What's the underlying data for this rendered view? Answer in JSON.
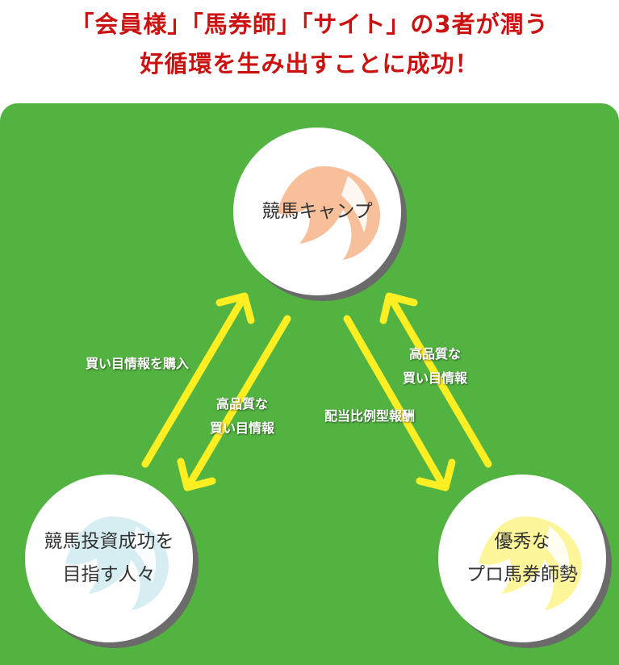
{
  "headline": {
    "line1": "「会員様」「馬券師」「サイト」の3者が潤う",
    "line2": "好循環を生み出すことに成功！"
  },
  "colors": {
    "headline": "#cc1111",
    "panel": "#53b341",
    "arrow": "#ffee22",
    "top_emblem": "#f7bf9a",
    "left_emblem": "#d6eef1",
    "right_emblem": "#fdf59a"
  },
  "nodes": {
    "top": {
      "line1": "競馬キャンプ"
    },
    "left": {
      "line1": "競馬投資成功を",
      "line2": "目指す人々"
    },
    "right": {
      "line1": "優秀な",
      "line2": "プロ馬券師勢"
    }
  },
  "labels": {
    "buy_info": "買い目情報を購入",
    "quality_info_left": {
      "line1": "高品質な",
      "line2": "買い目情報"
    },
    "reward": "配当比例型報酬",
    "quality_info_right": {
      "line1": "高品質な",
      "line2": "買い目情報"
    }
  }
}
